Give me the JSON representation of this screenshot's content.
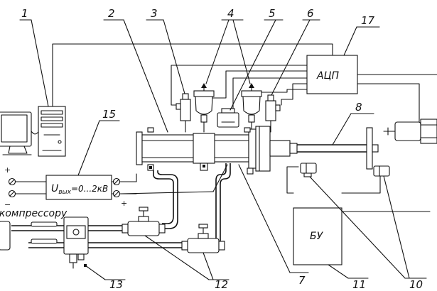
{
  "callouts": [
    "1",
    "2",
    "3",
    "4",
    "5",
    "6",
    "17",
    "15",
    "8",
    "13",
    "12",
    "7",
    "11",
    "10"
  ],
  "labels": {
    "adc": "АЦП",
    "control_unit": "БУ",
    "voltage_main": "U",
    "voltage_sub": "вых",
    "voltage_value": "=0...2кВ",
    "compressor": "к компрессору",
    "polarity_top": "+",
    "polarity_bottom": "−"
  }
}
